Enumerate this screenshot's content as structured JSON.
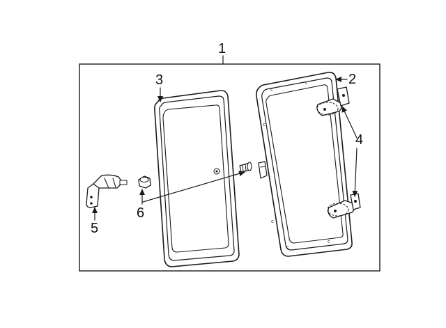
{
  "callouts": {
    "assembly": "1",
    "glass_right": "2",
    "glass_left": "3",
    "hinge": "4",
    "bracket": "5",
    "nut": "6"
  }
}
